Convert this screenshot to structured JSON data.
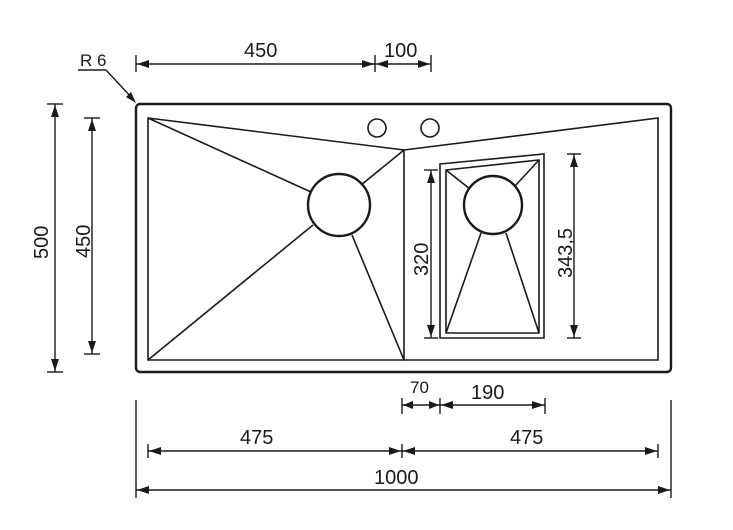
{
  "dimensions": {
    "corner_radius": "R 6",
    "left_bowl_width": "450",
    "tap_spacing": "100",
    "total_depth": "500",
    "left_bowl_depth": "450",
    "right_bowl_depth": "320",
    "right_bowl_outer_depth": "343,5",
    "offset": "70",
    "right_bowl_width": "190",
    "left_half": "475",
    "right_half": "475",
    "total_width": "1000"
  },
  "colors": {
    "line": "#1a1a1a",
    "background": "#ffffff"
  }
}
